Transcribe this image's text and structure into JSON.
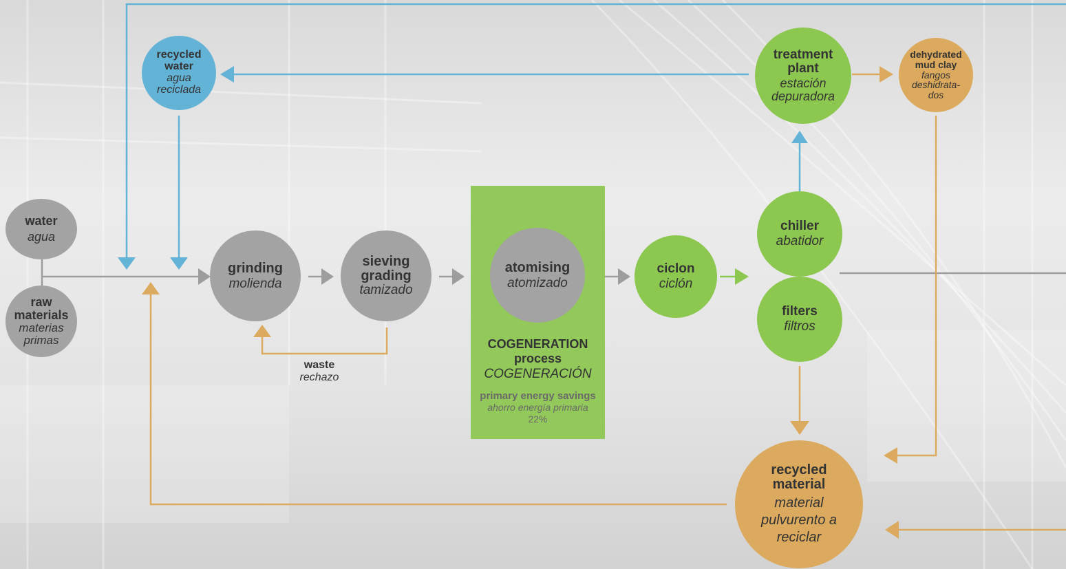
{
  "nodes": {
    "water": {
      "en": "water",
      "es": "agua"
    },
    "raw_materials": {
      "en": "raw materials",
      "es": "materias primas"
    },
    "recycled_water": {
      "en": "recycled water",
      "es": "agua reciclada"
    },
    "grinding": {
      "en": "grinding",
      "es": "molienda"
    },
    "sieving": {
      "en": "sieving grading",
      "es": "tamizado"
    },
    "atomising": {
      "en": "atomising",
      "es": "atomizado"
    },
    "ciclon": {
      "en": "ciclon",
      "es": "ciclón"
    },
    "chiller": {
      "en": "chiller",
      "es": "abatidor"
    },
    "filters": {
      "en": "filters",
      "es": "filtros"
    },
    "treatment_plant": {
      "en": "treatment plant",
      "es": "estación depuradora"
    },
    "dehydrated_mud": {
      "en": "dehydrated mud clay",
      "es": "fangos deshidrata-dos"
    },
    "recycled_material": {
      "en": "recycled material",
      "es": "material pulvurento a reciclar"
    }
  },
  "waste_label": {
    "en": "waste",
    "es": "rechazo"
  },
  "cogeneration": {
    "title": "COGENERATION process",
    "title_es": "COGENERACIÓN",
    "savings": "primary energy savings",
    "savings_es": "ahorro energía primaria",
    "percent": "22%"
  },
  "colors": {
    "grey": "#a3a3a4",
    "green": "#8cc74f",
    "blue": "#63b3d6",
    "orange": "#dcaa5e",
    "line_grey": "#9d9d9d"
  }
}
